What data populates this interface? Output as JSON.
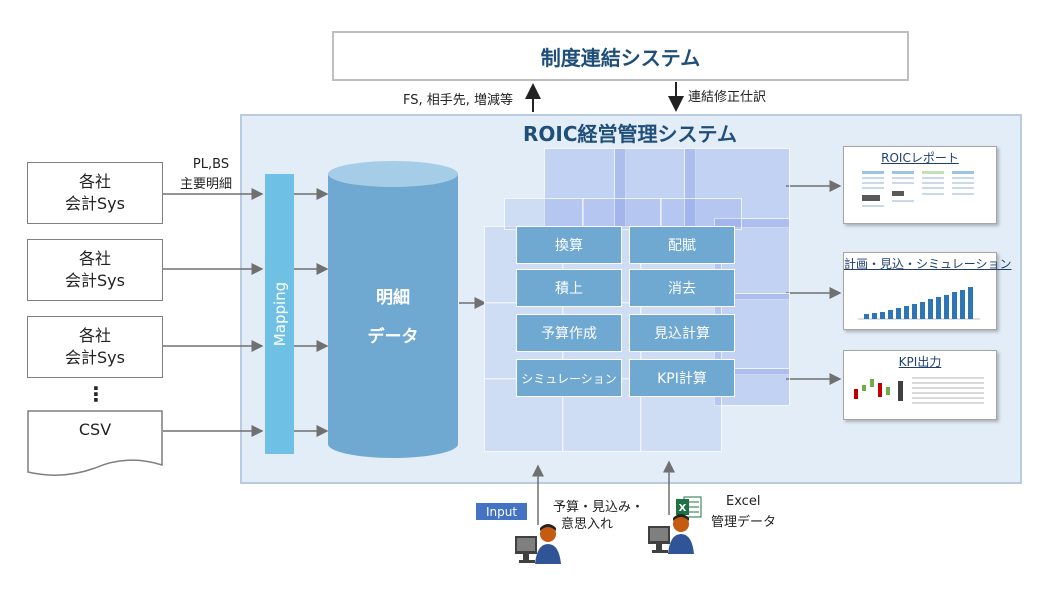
{
  "top_system": {
    "title": "制度連結システム"
  },
  "arrows": {
    "up_label": "FS, 相手先, 増減等",
    "down_label": "連結修正仕訳"
  },
  "main_system": {
    "title": "ROIC経営管理システム"
  },
  "sources": [
    {
      "line1": "各社",
      "line2": "会計Sys"
    },
    {
      "line1": "各社",
      "line2": "会計Sys"
    },
    {
      "line1": "各社",
      "line2": "会計Sys"
    }
  ],
  "ellipsis": "⋮",
  "csv": {
    "label": "CSV"
  },
  "source_data_label": {
    "line1": "PL,BS",
    "line2": "主要明細"
  },
  "mapping": {
    "label": "Mapping"
  },
  "database": {
    "line1": "明細",
    "line2": "データ"
  },
  "functions": [
    "換算",
    "配賦",
    "積上",
    "消去",
    "予算作成",
    "見込計算",
    "シミュレーション",
    "KPI計算"
  ],
  "outputs": [
    {
      "title": "ROICレポート"
    },
    {
      "title": "計画・見込・シミュレーション"
    },
    {
      "title": "KPI出力"
    }
  ],
  "input": {
    "badge": "Input",
    "label_line1": "予算・見込み・",
    "label_line2": "意思入れ"
  },
  "excel": {
    "icon": "excel-icon",
    "label_line1": "Excel",
    "label_line2": "管理データ"
  },
  "colors": {
    "mapping": "#6ec1e4",
    "database": "#6fa8d1",
    "function_box": "#6fa8d1",
    "panel": "#e2edf7",
    "title": "#1f4e79"
  }
}
